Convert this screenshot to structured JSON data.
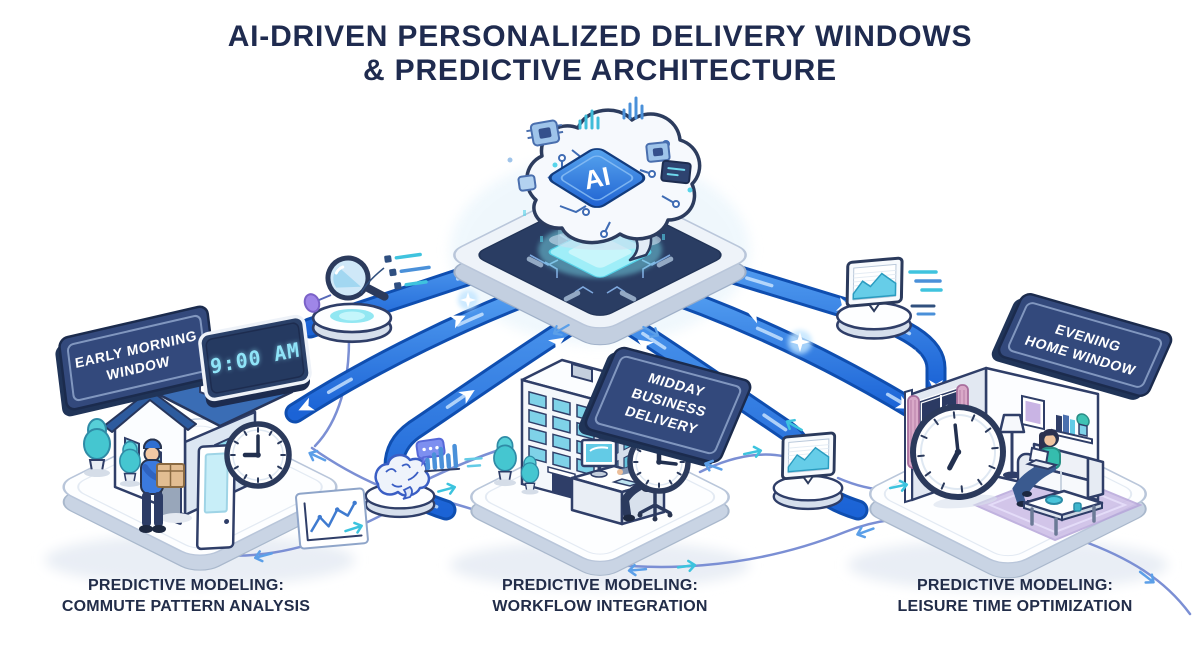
{
  "title": {
    "line1": "AI-DRIVEN PERSONALIZED DELIVERY WINDOWS",
    "line2": "& PREDICTIVE ARCHITECTURE"
  },
  "ai_core": {
    "chip_label": "AI"
  },
  "scenes": [
    {
      "name": "early-morning-window",
      "sign_line1": "EARLY MORNING",
      "sign_line2": "WINDOW",
      "digital_clock": "9:00 AM",
      "analog_time": "9:00",
      "caption_line1": "PREDICTIVE MODELING:",
      "caption_line2": "COMMUTE PATTERN ANALYSIS"
    },
    {
      "name": "midday-business-delivery",
      "sign_line1": "MIDDAY",
      "sign_line2": "BUSINESS",
      "sign_line3": "DELIVERY",
      "analog_time": "12:15",
      "caption_line1": "PREDICTIVE MODELING:",
      "caption_line2": "WORKFLOW INTEGRATION"
    },
    {
      "name": "evening-home-window",
      "sign_line1": "EVENING",
      "sign_line2": "HOME WINDOW",
      "analog_time": "7:00",
      "caption_line1": "PREDICTIVE MODELING:",
      "caption_line2": "LEISURE TIME OPTIMIZATION"
    }
  ],
  "colors": {
    "title_text": "#1f2b4f",
    "sign_background": "#33497c",
    "arrow_blue": "#2e7de5",
    "accent_cyan": "#3fc3de",
    "roof_blue": "#3a6db5"
  },
  "icons": [
    "ai-brain-chip-icon",
    "magnifier-icon",
    "checklist-icon",
    "chart-monitor-icon",
    "speed-lines-icon",
    "mini-brain-icon",
    "speech-bubble-icon",
    "line-chart-icon",
    "bar-chart-icon",
    "analog-clock-icon",
    "digital-clock-icon"
  ]
}
